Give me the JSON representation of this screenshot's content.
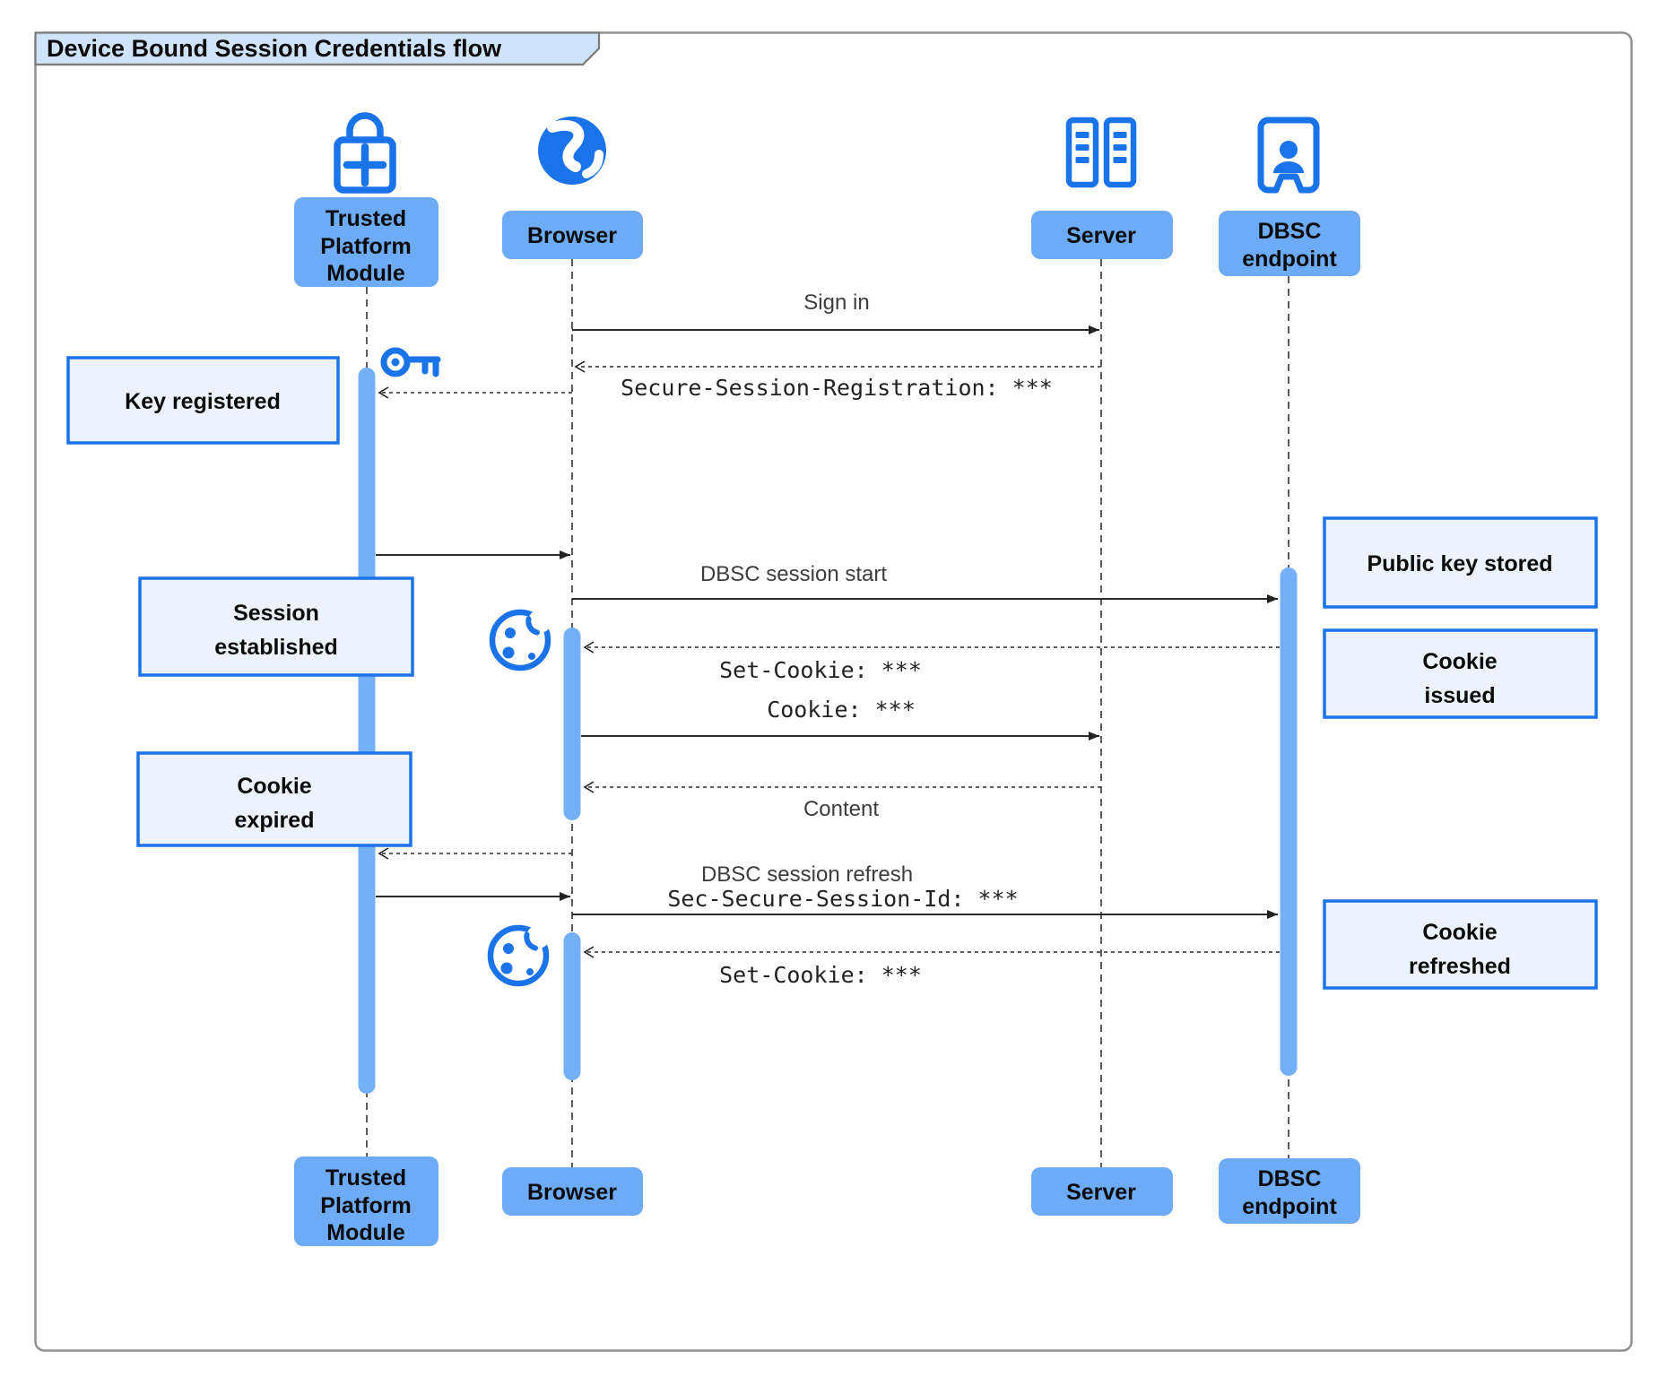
{
  "title": "Device Bound Session Credentials flow",
  "colors": {
    "accent_blue": "#1a73e8",
    "actor_box_blue": "#6dabf7",
    "activation_bar_blue": "#74b0f8",
    "note_fill": "#edf3fc",
    "note_border": "#1a73e8",
    "title_tab_fill": "#cfe3fa",
    "frame_border": "#919191",
    "message_line": "#2b2b2b"
  },
  "actors": {
    "tpm": {
      "name": "Trusted Platform Module",
      "lines": [
        "Trusted",
        "Platform",
        "Module"
      ],
      "icon": "lock-plus-icon"
    },
    "browser": {
      "name": "Browser",
      "icon": "globe-icon"
    },
    "server": {
      "name": "Server",
      "icon": "server-rack-icon"
    },
    "dbsc": {
      "name": "DBSC endpoint",
      "lines": [
        "DBSC",
        "endpoint"
      ],
      "icon": "person-badge-icon"
    }
  },
  "messages": {
    "sign_in": {
      "from": "Browser",
      "to": "Server",
      "style": "solid",
      "label": "Sign in"
    },
    "session_registration": {
      "from": "Server",
      "to": "Browser",
      "style": "dashed",
      "label": "Secure-Session-Registration: ***"
    },
    "register_key": {
      "from": "Browser",
      "to": "Trusted Platform Module",
      "style": "dashed",
      "label": ""
    },
    "key_done": {
      "from": "Trusted Platform Module",
      "to": "Browser",
      "style": "solid",
      "label": ""
    },
    "dbsc_session_start": {
      "from": "Browser",
      "to": "DBSC endpoint",
      "style": "solid",
      "label": "DBSC session start"
    },
    "set_cookie_1": {
      "from": "DBSC endpoint",
      "to": "Browser",
      "style": "dashed",
      "label": "Set-Cookie: ***"
    },
    "cookie": {
      "from": "Browser",
      "to": "Server",
      "style": "solid",
      "label": "Cookie: ***"
    },
    "content": {
      "from": "Server",
      "to": "Browser",
      "style": "dashed",
      "label": "Content"
    },
    "refresh_key": {
      "from": "Browser",
      "to": "Trusted Platform Module",
      "style": "dashed",
      "label": ""
    },
    "refresh_key_done": {
      "from": "Trusted Platform Module",
      "to": "Browser",
      "style": "solid",
      "label": ""
    },
    "dbsc_session_refresh": {
      "from": "Browser",
      "to": "DBSC endpoint",
      "style": "solid",
      "label": "DBSC session refresh",
      "label2": "Sec-Secure-Session-Id: ***"
    },
    "set_cookie_2": {
      "from": "DBSC endpoint",
      "to": "Browser",
      "style": "dashed",
      "label": "Set-Cookie: ***"
    }
  },
  "notes": {
    "key_registered": {
      "lines": [
        "Key registered"
      ]
    },
    "session_established": {
      "lines": [
        "Session",
        "established"
      ]
    },
    "cookie_expired": {
      "lines": [
        "Cookie",
        "expired"
      ]
    },
    "public_key_stored": {
      "lines": [
        "Public key stored"
      ]
    },
    "cookie_issued": {
      "lines": [
        "Cookie",
        "issued"
      ]
    },
    "cookie_refreshed": {
      "lines": [
        "Cookie",
        "refreshed"
      ]
    }
  }
}
